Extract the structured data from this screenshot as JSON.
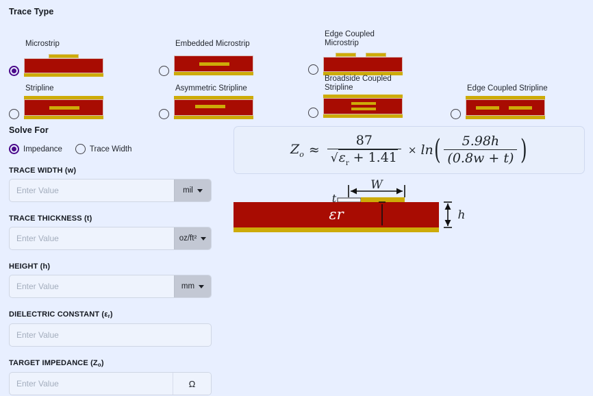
{
  "trace_type": {
    "title": "Trace Type",
    "selected": "microstrip",
    "options": [
      {
        "id": "microstrip",
        "label": "Microstrip"
      },
      {
        "id": "embedded-microstrip",
        "label": "Embedded Microstrip"
      },
      {
        "id": "edge-coupled-microstrip",
        "label": "Edge Coupled\nMicrostrip"
      },
      {
        "id": "stripline",
        "label": "Stripline"
      },
      {
        "id": "asymmetric-stripline",
        "label": "Asymmetric Stripline"
      },
      {
        "id": "broadside-coupled-stripline",
        "label": "Broadside Coupled\nStripline"
      },
      {
        "id": "edge-coupled-stripline",
        "label": "Edge Coupled Stripline"
      }
    ]
  },
  "solve_for": {
    "title": "Solve For",
    "selected": "impedance",
    "options": [
      {
        "id": "impedance",
        "label": "Impedance"
      },
      {
        "id": "trace-width",
        "label": "Trace Width"
      }
    ]
  },
  "fields": [
    {
      "id": "trace-width",
      "label": "TRACE WIDTH (w)",
      "value": "",
      "placeholder": "Enter Value",
      "unit": "mil",
      "unit_kind": "dropdown"
    },
    {
      "id": "trace-thickness",
      "label": "TRACE THICKNESS (t)",
      "value": "",
      "placeholder": "Enter Value",
      "unit": "oz/ft²",
      "unit_kind": "dropdown"
    },
    {
      "id": "height",
      "label": "HEIGHT (h)",
      "value": "",
      "placeholder": "Enter Value",
      "unit": "mm",
      "unit_kind": "dropdown"
    },
    {
      "id": "dielectric-constant",
      "label": "DIELECTRIC CONSTANT (εr)",
      "value": "",
      "placeholder": "Enter Value",
      "unit": "",
      "unit_kind": "none"
    },
    {
      "id": "target-impedance",
      "label": "TARGET IMPEDANCE (Zo)",
      "value": "",
      "placeholder": "Enter Value",
      "unit": "Ω",
      "unit_kind": "static"
    }
  ],
  "formula": {
    "lhs": "Z",
    "lhs_sub": "o",
    "approx": "≈",
    "numerator": "87",
    "denominator_radical": "√",
    "denominator": "εr + 1.41",
    "times": "×",
    "ln": "ln",
    "inner_numerator": "5.98h",
    "inner_denominator": "(0.8w + t)"
  },
  "diagram": {
    "label_t": "t",
    "label_w": "W",
    "label_h": "h",
    "label_er": "Er"
  },
  "colors": {
    "background": "#e8efff",
    "copper": "#cdab08",
    "dielectric": "#a80c02",
    "accent": "#4b0a8a",
    "unit_bg": "#c3c8d4"
  }
}
